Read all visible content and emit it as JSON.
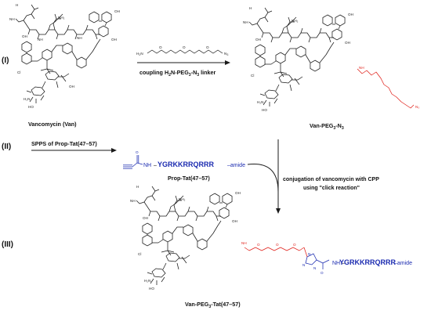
{
  "steps": {
    "I": "(I)",
    "II": "(II)",
    "III": "(III)"
  },
  "molecules": {
    "vancomycin": "Vancomycin (Van)",
    "van_peg": "Van-PEG",
    "van_peg_sub1": "3",
    "van_peg_dash": "-N",
    "van_peg_sub2": "3",
    "prop_tat": "Prop-Tat(47–57)",
    "final_prefix": "Van-PEG",
    "final_sub": "3",
    "final_suffix": "-Tat(47–57)"
  },
  "reagents": {
    "linker_label_prefix": "coupling H",
    "linker_label_sub1": "2",
    "linker_label_mid": "N-PEG",
    "linker_label_sub2": "3",
    "linker_label_mid2": "-N",
    "linker_label_sub3": "3",
    "linker_label_suffix": " linker",
    "linker_h2n": "H",
    "linker_h2n_sub": "2",
    "linker_h2n_n": "N",
    "linker_n3": "N",
    "linker_n3_sub": "3"
  },
  "step2": {
    "spps_label": "SPPS of Prop-Tat(47–57)",
    "peptide": "YGRKKRRQRRR",
    "amide": "–amide",
    "nh": "NH",
    "o": "O"
  },
  "step3": {
    "line1": "conjugation of vancomycin with CPP",
    "line2": "using \"click reaction\""
  },
  "final_peptide": {
    "nh": "NH",
    "peptide": "YGRKKRRQRRR",
    "amide": "–amide"
  },
  "colors": {
    "peg_linker": "#e0201a",
    "peptide": "#1b2bb0",
    "text": "#111111"
  }
}
